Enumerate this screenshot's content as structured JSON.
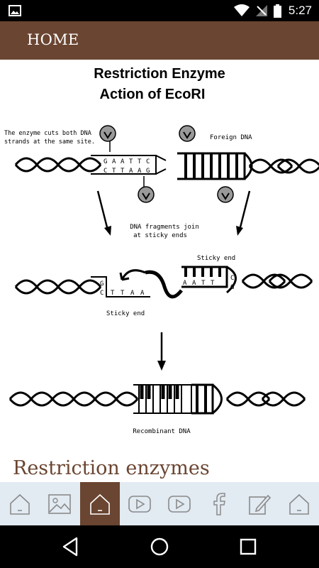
{
  "status_bar": {
    "time": "5:27"
  },
  "app_bar": {
    "title": "HOME"
  },
  "diagram": {
    "title_line1": "Restriction Enzyme",
    "title_line2": "Action of EcoRI",
    "label_enzyme_line1": "The enzyme cuts both DNA",
    "label_enzyme_line2": "strands at the same site.",
    "label_foreign": "Foreign DNA",
    "label_fragments_line1": "DNA fragments join",
    "label_fragments_line2": "at sticky ends",
    "label_sticky_top": "Sticky end",
    "label_sticky_bottom": "Sticky end",
    "label_recombinant": "Recombinant DNA",
    "bases_top": [
      "G",
      "A",
      "A",
      "T",
      "T",
      "C"
    ],
    "bases_bottom": [
      "C",
      "T",
      "T",
      "A",
      "A",
      "G"
    ],
    "sticky_left_bases": [
      "G",
      "C",
      "T",
      "T",
      "A",
      "A"
    ],
    "sticky_right_bases": [
      "A",
      "A",
      "T",
      "T",
      "C",
      "G"
    ]
  },
  "section": {
    "heading": "Restriction enzymes"
  },
  "tabs": [
    {
      "icon": "home-icon"
    },
    {
      "icon": "image-icon"
    },
    {
      "icon": "home-icon",
      "active": true
    },
    {
      "icon": "youtube-icon"
    },
    {
      "icon": "youtube-icon"
    },
    {
      "icon": "facebook-icon"
    },
    {
      "icon": "edit-icon"
    },
    {
      "icon": "home-icon"
    }
  ],
  "colors": {
    "brand": "#6a4531",
    "tab_bar": "#e2eaf2",
    "text": "#000000"
  }
}
